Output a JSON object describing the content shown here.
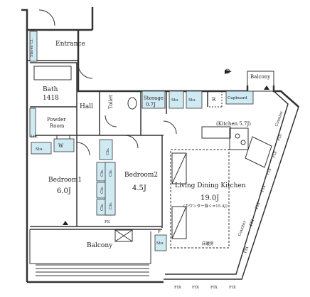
{
  "labels": {
    "entrance": "Entrance",
    "shoes_cl": "Shoes Cl.",
    "balcony_top": "Balcony",
    "bath": "Bath",
    "bath_size": "1418",
    "hall": "Hall",
    "toilet": "Toilet",
    "storage": "Storage",
    "storage_size": "0.7J",
    "sto1": "Sto.",
    "sto2": "Sto.",
    "sto3": "Sto.",
    "sto4": "Sto.",
    "cupboard": "Cupboard",
    "r_mark": "R",
    "kitchen": "(Kitchen 5.7J)",
    "powder_room": "Powder\nRoom",
    "powder_line1": "Powder",
    "powder_line2": "Room",
    "lin": "Lin.",
    "w_mark": "W",
    "cls1": "Cls.",
    "cls2": "Cls.",
    "cls3": "Cls.",
    "cls4": "Cls.",
    "cls5": "Cls.",
    "cls6": "Cls.",
    "bedroom1": "Bedroom1",
    "bedroom1_size": "6.0J",
    "bedroom2": "Bedroom2",
    "bedroom2_size": "4.5J",
    "ldk": "Living Dining Kitchen",
    "ldk_size": "19.0J",
    "ldk_note": "(カウンター除く=15.4J)",
    "floor_heating": "床暖房",
    "ps": "PS",
    "p_mark": "P",
    "balcony_bottom": "Balcony",
    "counter1": "Counter",
    "counter2": "Counter",
    "fix": "FIX"
  },
  "colors": {
    "storage_fill": "#cfeaf3",
    "wall": "#333333"
  }
}
